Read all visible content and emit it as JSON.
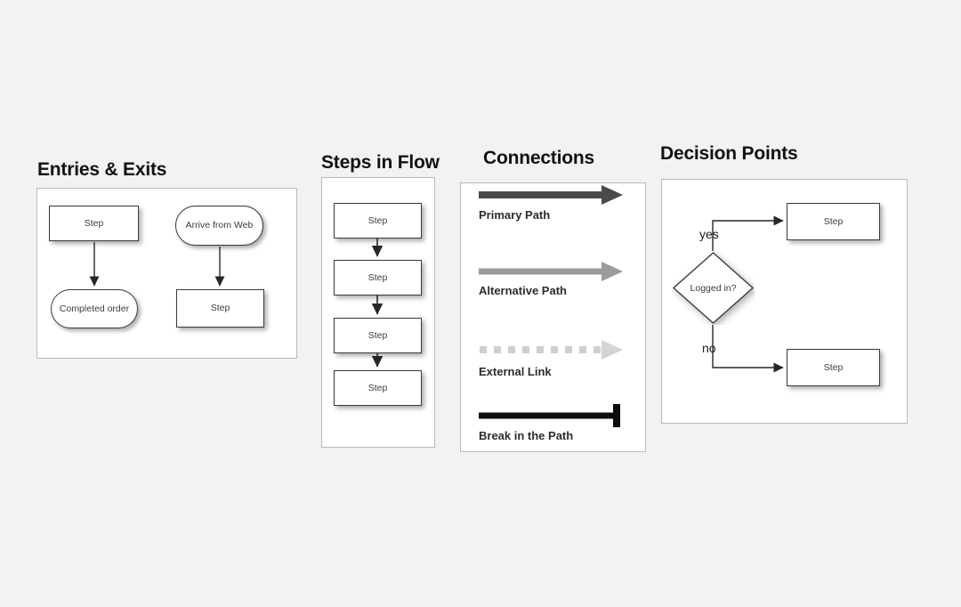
{
  "page": {
    "background_color": "#f2f2f2",
    "panel_background": "#ffffff",
    "panel_border_color": "#b9b9b9",
    "node_border_color": "#3a3a3a",
    "node_text_color": "#3b3b46",
    "heading_color": "#121212"
  },
  "sections": {
    "entries": {
      "title": "Entries & Exits",
      "nodes": {
        "step_left": "Step",
        "completed_order": "Completed order",
        "arrive_from_web": "Arrive from Web",
        "step_right": "Step"
      }
    },
    "steps": {
      "title": "Steps in Flow",
      "nodes": [
        "Step",
        "Step",
        "Step",
        "Step"
      ]
    },
    "connections": {
      "title": "Connections",
      "items": [
        {
          "label": "Primary Path",
          "style": "solid-arrow",
          "color": "#4a4a4a"
        },
        {
          "label": "Alternative Path",
          "style": "solid-arrow",
          "color": "#9b9b9b"
        },
        {
          "label": "External Link",
          "style": "dotted-arrow",
          "color": "#cfcfcf"
        },
        {
          "label": "Break in the Path",
          "style": "bar-terminus",
          "color": "#0d0d0d"
        }
      ]
    },
    "decision": {
      "title": "Decision Points",
      "diamond_label": "Logged in?",
      "branch_yes": "yes",
      "branch_no": "no",
      "node_yes": "Step",
      "node_no": "Step"
    }
  }
}
